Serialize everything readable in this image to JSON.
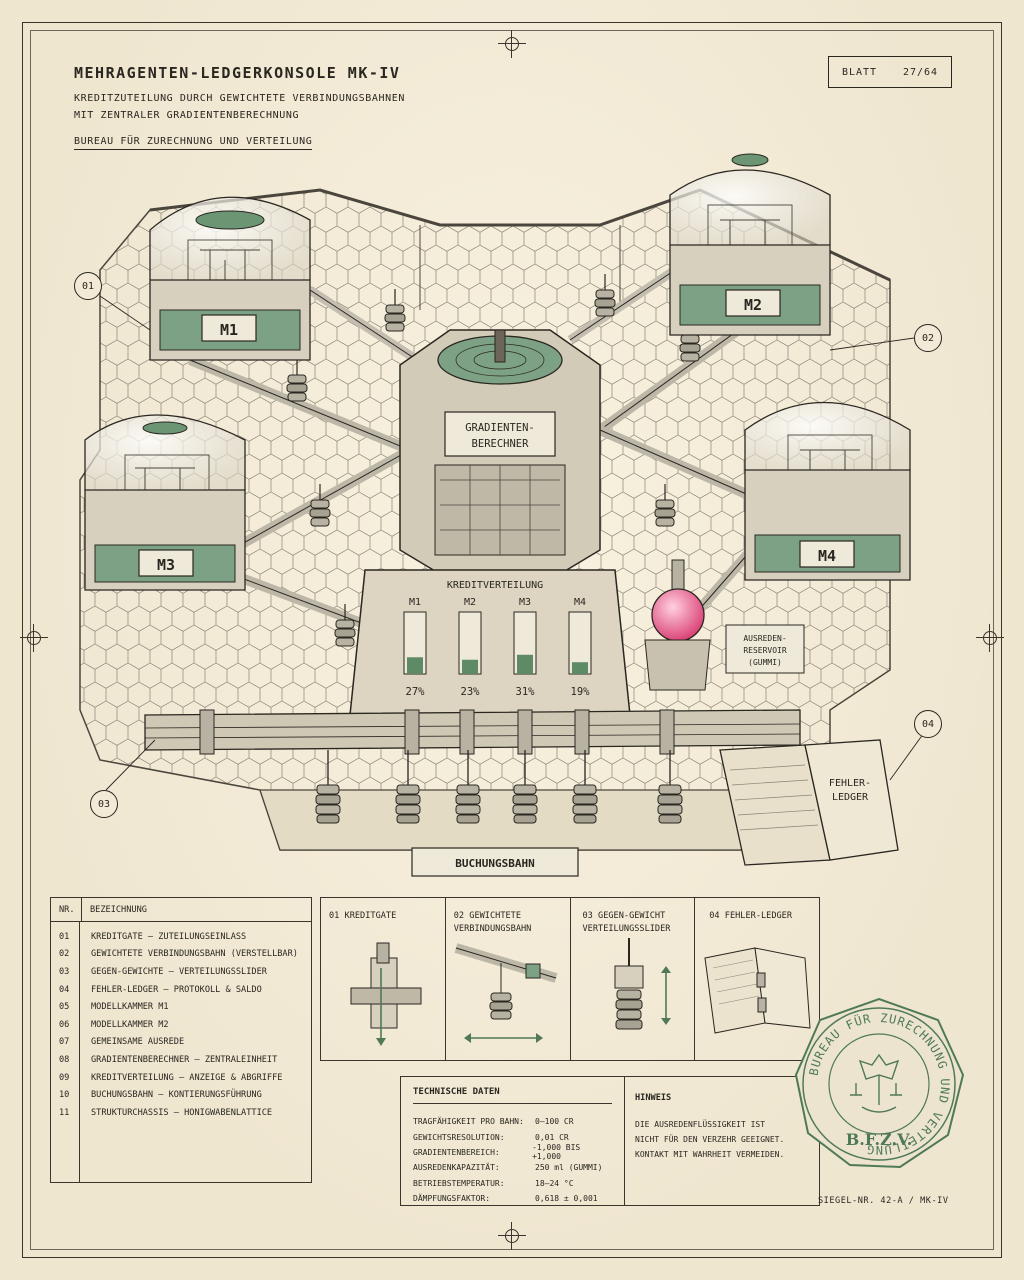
{
  "header": {
    "title": "MEHRAGENTEN-LEDGERKONSOLE MK-IV",
    "subtitle_line1": "KREDITZUTEILUNG DURCH GEWICHTETE VERBINDUNGSBAHNEN",
    "subtitle_line2": "MIT ZENTRALER GRADIENTENBERECHNUNG",
    "bureau": "BUREAU FÜR ZURECHNUNG UND VERTEILUNG",
    "blatt_label": "BLATT",
    "blatt_value": "27/64"
  },
  "diagram": {
    "modules": [
      "M1",
      "M2",
      "M3",
      "M4"
    ],
    "central_line1": "GRADIENTEN-",
    "central_line2": "BERECHNER",
    "credit_panel_title": "KREDITVERTEILUNG",
    "credit": [
      {
        "label": "M1",
        "value": "27%",
        "fraction": 0.27
      },
      {
        "label": "M2",
        "value": "23%",
        "fraction": 0.23
      },
      {
        "label": "M3",
        "value": "31%",
        "fraction": 0.31
      },
      {
        "label": "M4",
        "value": "19%",
        "fraction": 0.19
      }
    ],
    "reservoir_line1": "AUSREDEN-",
    "reservoir_line2": "RESERVOIR",
    "reservoir_line3": "(GUMMI)",
    "ledger_line1": "FEHLER-",
    "ledger_line2": "LEDGER",
    "track_label": "BUCHUNGSBAHN",
    "callouts": [
      "01",
      "02",
      "03",
      "04"
    ]
  },
  "parts_table": {
    "col_nr": "NR.",
    "col_name": "BEZEICHNUNG",
    "rows": [
      {
        "nr": "01",
        "name": "KREDITGATE – ZUTEILUNGSEINLASS"
      },
      {
        "nr": "02",
        "name": "GEWICHTETE VERBINDUNGSBAHN (VERSTELLBAR)"
      },
      {
        "nr": "03",
        "name": "GEGEN-GEWICHTE – VERTEILUNGSSLIDER"
      },
      {
        "nr": "04",
        "name": "FEHLER-LEDGER – PROTOKOLL & SALDO"
      },
      {
        "nr": "05",
        "name": "MODELLKAMMER M1"
      },
      {
        "nr": "06",
        "name": "MODELLKAMMER M2"
      },
      {
        "nr": "07",
        "name": "GEMEINSAME AUSREDE"
      },
      {
        "nr": "08",
        "name": "GRADIENTENBERECHNER – ZENTRALEINHEIT"
      },
      {
        "nr": "09",
        "name": "KREDITVERTEILUNG – ANZEIGE & ABGRIFFE"
      },
      {
        "nr": "10",
        "name": "BUCHUNGSBAHN – KONTIERUNGSFÜHRUNG"
      },
      {
        "nr": "11",
        "name": "STRUKTURCHASSIS – HONIGWABENLATTICE"
      }
    ]
  },
  "details": [
    {
      "line1": "01 KREDITGATE",
      "line2": ""
    },
    {
      "line1": "02 GEWICHTETE",
      "line2": "VERBINDUNGSBAHN"
    },
    {
      "line1": "03 GEGEN-GEWICHT",
      "line2": "VERTEILUNGSSLIDER"
    },
    {
      "line1": "04 FEHLER-LEDGER",
      "line2": ""
    }
  ],
  "tech": {
    "title": "TECHNISCHE DATEN",
    "rows": [
      {
        "k": "TRAGFÄHIGKEIT PRO BAHN:",
        "v": "0–100 CR"
      },
      {
        "k": "GEWICHTSRESOLUTION:",
        "v": "0,01 CR"
      },
      {
        "k": "GRADIENTENBEREICH:",
        "v": "-1,000 BIS +1,000"
      },
      {
        "k": "AUSREDENKAPAZITÄT:",
        "v": "250 ml (GUMMI)"
      },
      {
        "k": "BETRIEBSTEMPERATUR:",
        "v": "18–24 °C"
      },
      {
        "k": "DÄMPFUNGSFAKTOR:",
        "v": "0,618 ± 0,001"
      }
    ],
    "hinweis_title": "HINWEIS",
    "hinweis_1": "DIE AUSREDENFLÜSSIGKEIT IST",
    "hinweis_2": "NICHT FÜR DEN VERZEHR GEEIGNET.",
    "hinweis_3": "KONTAKT MIT WAHRHEIT VERMEIDEN."
  },
  "seal": {
    "ring_text": "BUREAU FÜR ZURECHNUNG UND VERTEILUNG",
    "initials": "B.F.Z.V."
  },
  "siegel_nr": "SIEGEL-NR. 42-A / MK-IV",
  "colors": {
    "paper": "#efe6d0",
    "ink": "#2a2721",
    "green": "#4f7a55",
    "pink": "#e0457a"
  }
}
